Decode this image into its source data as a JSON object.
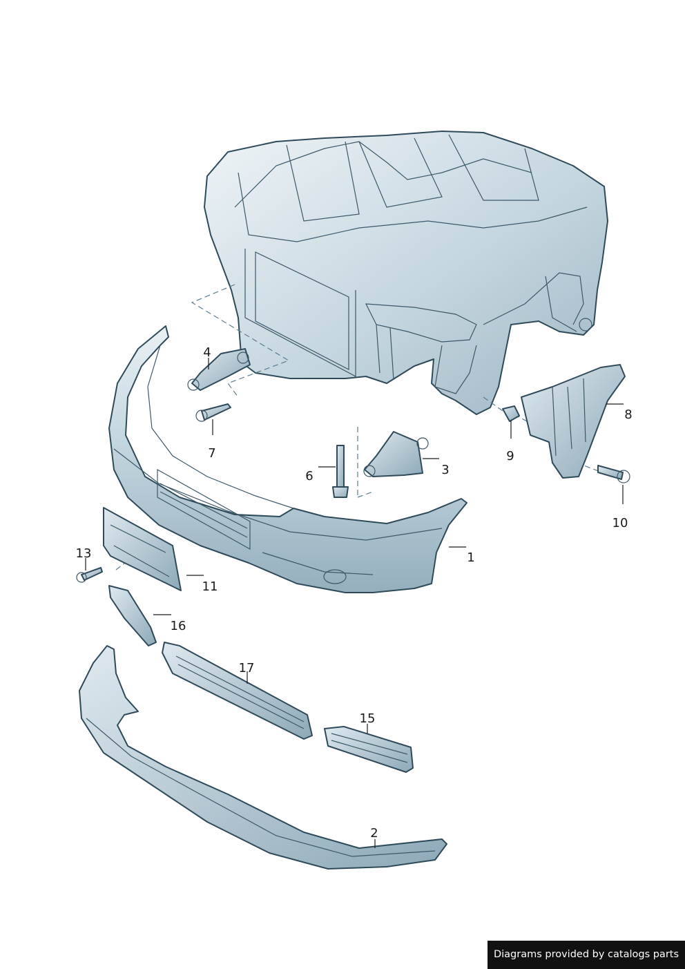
{
  "callouts": [
    "1",
    "2",
    "3",
    "4",
    "6",
    "7",
    "8",
    "9",
    "10",
    "11",
    "13",
    "15",
    "16",
    "17"
  ],
  "credit": "Diagrams provided by catalogs parts",
  "colors": {
    "part_fill_light": "#dbe7ee",
    "part_fill_mid": "#b4c9d4",
    "part_fill_dark": "#8aa6b6",
    "outline": "#2e4a5a"
  }
}
